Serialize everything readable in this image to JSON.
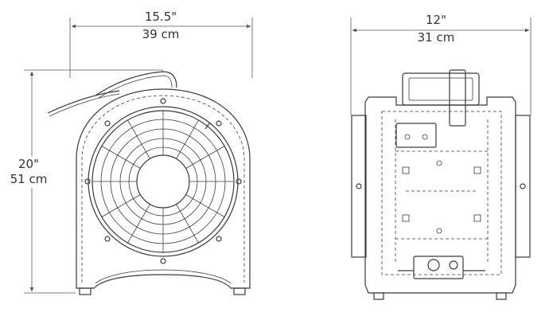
{
  "dimensions": {
    "width_in": "15.5\"",
    "width_cm": "39 cm",
    "height_in": "20\"",
    "height_cm": "51 cm",
    "depth_in": "12\"",
    "depth_cm": "31 cm"
  },
  "colors": {
    "line": "#3a3a3a",
    "text": "#333333",
    "background": "#ffffff"
  }
}
